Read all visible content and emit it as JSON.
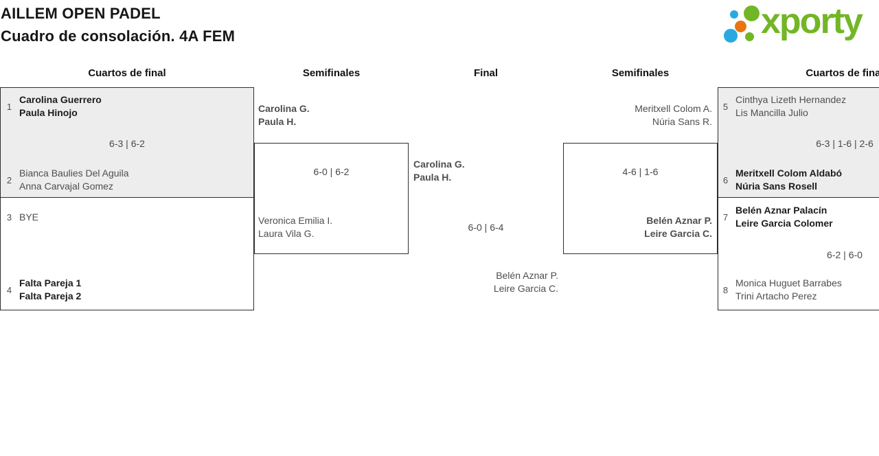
{
  "header": {
    "title": "AILLEM OPEN PADEL",
    "subtitle": "Cuadro de consolación. 4A FEM"
  },
  "logo": {
    "text": "xporty",
    "brand_green": "#72b626",
    "brand_blue": "#29a9e0",
    "brand_orange": "#e87511"
  },
  "columns": {
    "qf_left": "Cuartos de final",
    "sf_left": "Semifinales",
    "final": "Final",
    "sf_right": "Semifinales",
    "qf_right": "Cuartos de final"
  },
  "matches": {
    "qf1": {
      "seed_a": "1",
      "team_a": [
        "Carolina Guerrero",
        "Paula Hinojo"
      ],
      "score": "6-3 | 6-2",
      "seed_b": "2",
      "team_b": [
        "Bianca Baulies Del Aguila",
        "Anna Carvajal Gomez"
      ]
    },
    "qf2": {
      "seed_a": "3",
      "team_a": [
        "BYE"
      ],
      "score": "",
      "seed_b": "4",
      "team_b": [
        "Falta Pareja 1",
        "Falta Pareja 2"
      ]
    },
    "sf1": {
      "team_a": [
        "Carolina G.",
        "Paula H."
      ],
      "score": "6-0 | 6-2",
      "team_b": [
        "Veronica Emilia I.",
        "Laura Vila G."
      ]
    },
    "final": {
      "team_a": [
        "Carolina G.",
        "Paula H."
      ],
      "score": "6-0 | 6-4",
      "team_b": [
        "Belén Aznar P.",
        "Leire Garcia C."
      ]
    },
    "sf2": {
      "team_a": [
        "Meritxell Colom A.",
        "Núria Sans R."
      ],
      "score": "4-6 | 1-6",
      "team_b": [
        "Belén Aznar P.",
        "Leire Garcia C."
      ]
    },
    "qf3": {
      "seed_a": "5",
      "team_a": [
        "Cinthya Lizeth Hernandez",
        "Lis Mancilla Julio"
      ],
      "score": "6-3 | 1-6 | 2-6",
      "seed_b": "6",
      "team_b": [
        "Meritxell Colom Aldabó",
        "Núria Sans Rosell"
      ]
    },
    "qf4": {
      "seed_a": "7",
      "team_a": [
        "Belén Aznar Palacín",
        "Leire Garcia Colomer"
      ],
      "score": "6-2 | 6-0",
      "seed_b": "8",
      "team_b": [
        "Monica Huguet Barrabes",
        "Trini Artacho Perez"
      ]
    }
  },
  "colors": {
    "box_border": "#2d2d2d",
    "box_fill_gray": "#ededed",
    "winner_text": "#1c1c1c",
    "regular_text": "#4e4e4e"
  }
}
